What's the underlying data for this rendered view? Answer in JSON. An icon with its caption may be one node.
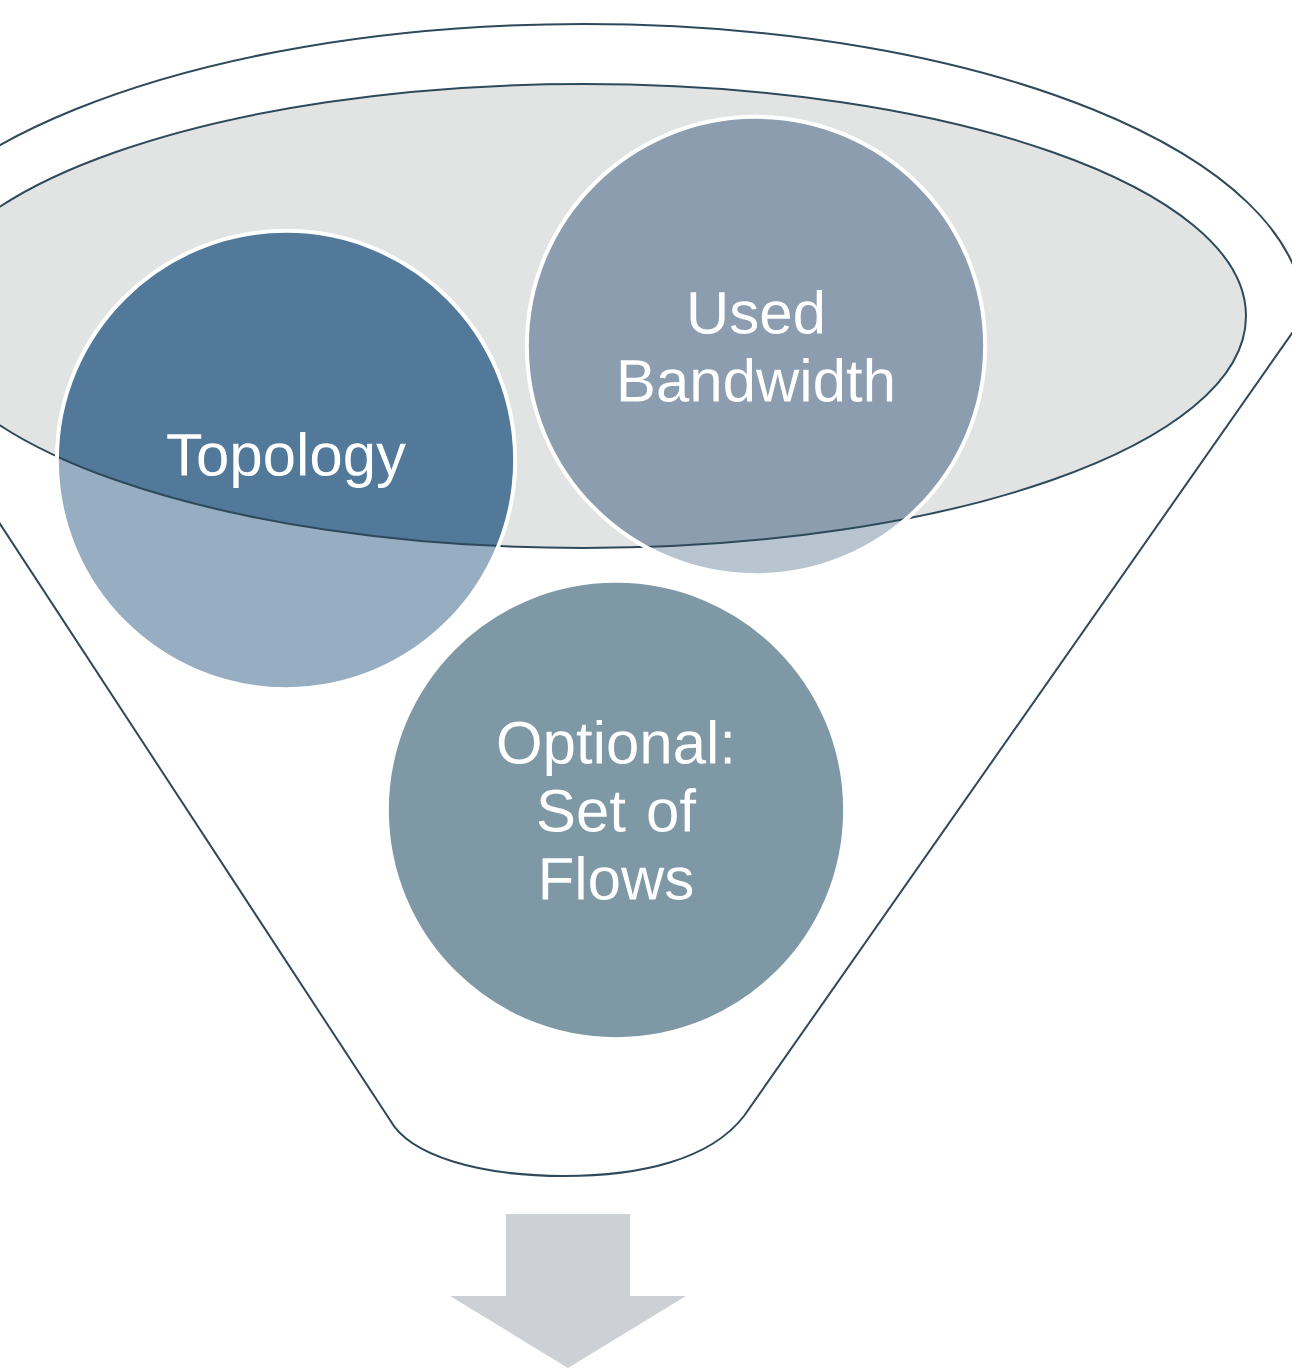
{
  "diagram": {
    "nodes": [
      {
        "text": [
          "Topology"
        ]
      },
      {
        "text": [
          "Used Bandwidth"
        ]
      },
      {
        "text": [
          "Optional: Set of Flows"
        ]
      }
    ]
  }
}
